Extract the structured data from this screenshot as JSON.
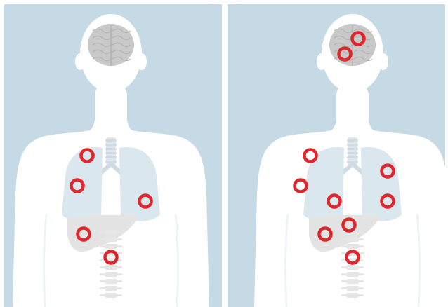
{
  "colors": {
    "background": "#c5dae5",
    "silhouette": "#ffffff",
    "brain": "#c9c9c9",
    "lung": "#dbe7ef",
    "liver": "#e3e3e3",
    "spine": "#e6e6e6",
    "lesion": "#e0262b"
  },
  "panels": [
    {
      "id": "left",
      "lesions": [
        "lung-right-upper",
        "lung-right-middle",
        "lung-left-lower",
        "liver",
        "spine"
      ]
    },
    {
      "id": "right",
      "lesions": [
        "brain-upper",
        "brain-lower",
        "lung-right-upper",
        "lung-right-middle",
        "lung-right-lower",
        "lung-left-upper",
        "lung-left-lower",
        "liver",
        "liver-upper",
        "spine"
      ]
    }
  ]
}
